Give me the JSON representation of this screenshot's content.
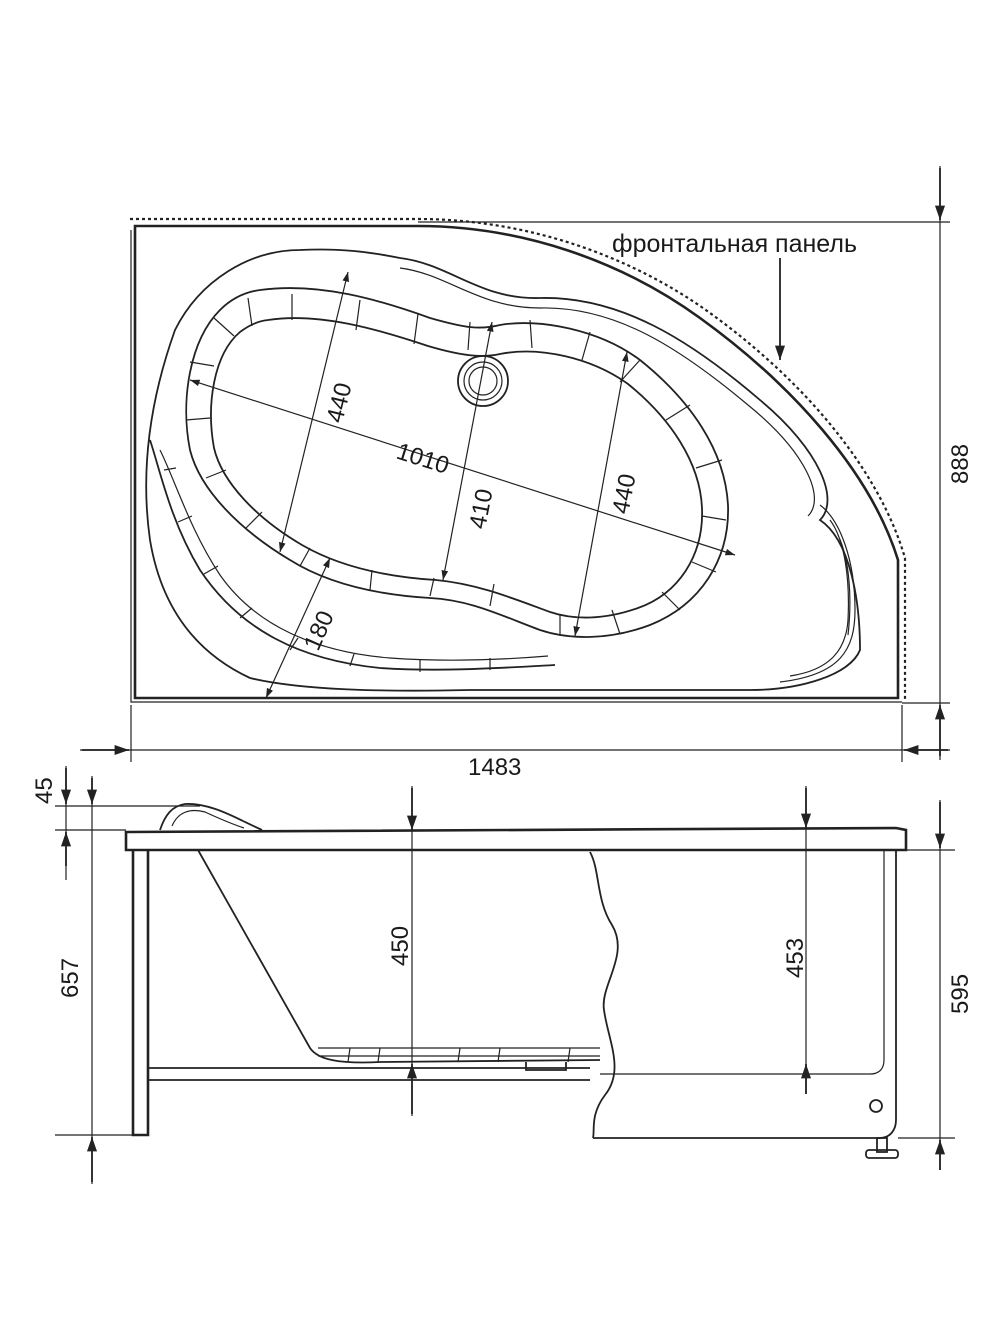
{
  "top_view": {
    "panel_label": "фронтальная панель",
    "dim_length": "1483",
    "dim_width": "888",
    "dim_diagonal": "1010",
    "dim_head_width": "440",
    "dim_foot_width": "440",
    "dim_mid_width": "410",
    "dim_seat": "180"
  },
  "side_view": {
    "dim_rim": "45",
    "dim_total_height": "657",
    "dim_depth_head": "450",
    "dim_depth_foot": "453",
    "dim_panel_height": "595"
  }
}
